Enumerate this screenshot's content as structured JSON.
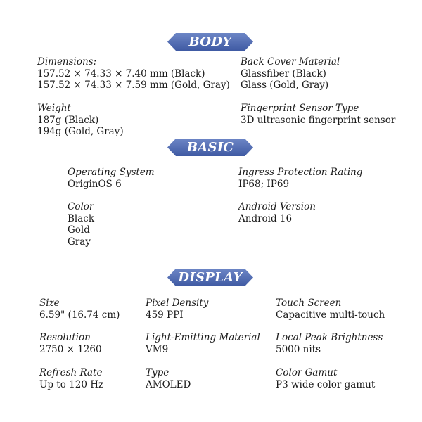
{
  "sections": {
    "body": {
      "title": "BODY",
      "dimensions": {
        "label": "Dimensions:",
        "values": [
          "157.52 × 74.33 × 7.40 mm (Black)",
          "157.52 × 74.33 × 7.59 mm (Gold, Gray)"
        ]
      },
      "weight": {
        "label": "Weight",
        "values": [
          "187g (Black)",
          "194g (Gold, Gray)"
        ]
      },
      "back_cover": {
        "label": "Back Cover Material",
        "values": [
          "Glassfiber (Black)",
          "Glass (Gold, Gray)"
        ]
      },
      "fingerprint": {
        "label": "Fingerprint Sensor Type",
        "values": [
          "3D ultrasonic fingerprint sensor"
        ]
      }
    },
    "basic": {
      "title": "BASIC",
      "os": {
        "label": "Operating System",
        "values": [
          "OriginOS 6"
        ]
      },
      "color": {
        "label": "Color",
        "values": [
          "Black",
          "Gold",
          "Gray"
        ]
      },
      "ip": {
        "label": "Ingress Protection Rating",
        "values": [
          "IP68; IP69"
        ]
      },
      "android": {
        "label": "Android Version",
        "values": [
          "Android 16"
        ]
      }
    },
    "display": {
      "title": "DISPLAY",
      "size": {
        "label": "Size",
        "values": [
          "6.59\" (16.74 cm)"
        ]
      },
      "resolution": {
        "label": "Resolution",
        "values": [
          "2750 × 1260"
        ]
      },
      "refresh": {
        "label": "Refresh Rate",
        "values": [
          "Up to 120 Hz"
        ]
      },
      "density": {
        "label": "Pixel Density",
        "values": [
          "459 PPI"
        ]
      },
      "material": {
        "label": "Light-Emitting Material",
        "values": [
          "VM9"
        ]
      },
      "type": {
        "label": "Type",
        "values": [
          "AMOLED"
        ]
      },
      "touch": {
        "label": "Touch Screen",
        "values": [
          "Capacitive multi-touch"
        ]
      },
      "brightness": {
        "label": "Local Peak Brightness",
        "values": [
          "5000 nits"
        ]
      },
      "gamut": {
        "label": "Color Gamut",
        "values": [
          "P3 wide color gamut"
        ]
      }
    }
  },
  "colors": {
    "banner_top": "#6d86c6",
    "banner_bottom": "#3f5aa3",
    "text": "#1a1a1a"
  }
}
